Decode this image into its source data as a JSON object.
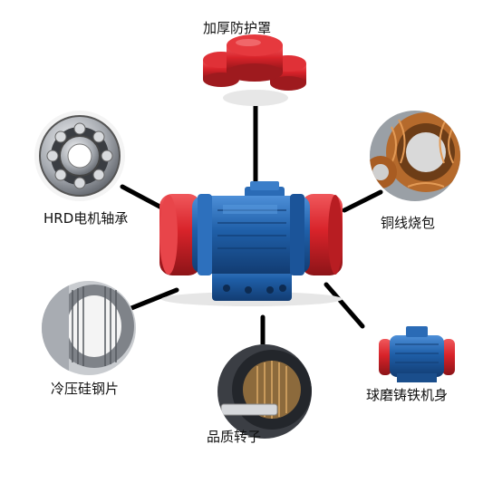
{
  "labels": {
    "cover": "加厚防护罩",
    "bearing": "HRD电机轴承",
    "copper": "铜线烧包",
    "steel": "冷压硅钢片",
    "rotor": "品质转子",
    "body": "球磨铸铁机身"
  },
  "colors": {
    "motor_blue": "#1f5fa8",
    "end_cap_red": "#d8232a",
    "connector": "#000000",
    "copper": "#b56a2c",
    "steel_gray": "#8a8f96"
  },
  "icons": {
    "center": "vibration-motor",
    "cover": "protective-cover-caps",
    "bearing": "ball-bearing",
    "copper": "copper-winding-stator",
    "steel": "silicon-steel-laminations",
    "rotor": "rotor-shaft",
    "body": "cast-iron-motor-body"
  }
}
